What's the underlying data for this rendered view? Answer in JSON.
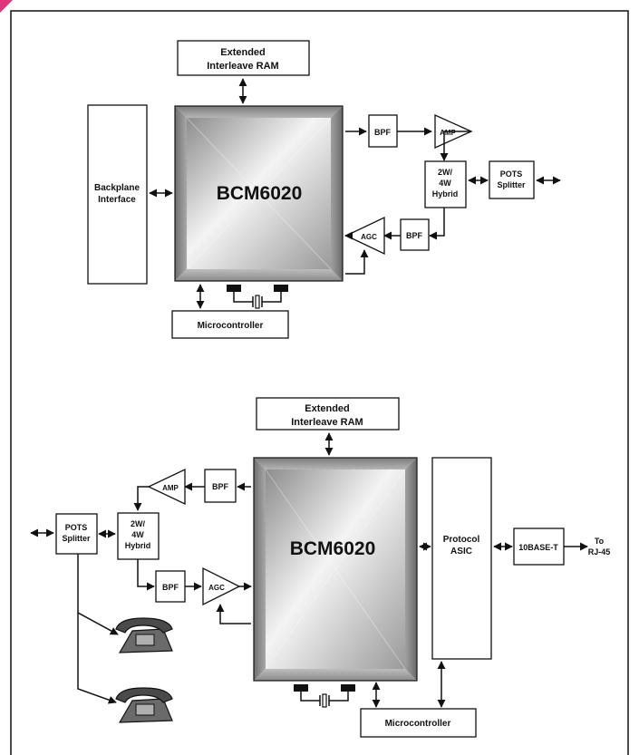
{
  "colors": {
    "border": "#111111",
    "chip_light": "#f2f2f2",
    "chip_dark": "#8a8a8a",
    "phone": "#6a6a6a"
  },
  "top": {
    "ram": {
      "line1": "Extended",
      "line2": "Interleave RAM"
    },
    "chip": "BCM6020",
    "backplane": {
      "line1": "Backplane",
      "line2": "Interface"
    },
    "bpf_tx": "BPF",
    "amp": "AMP",
    "hybrid": {
      "line1": "2W/",
      "line2": "4W",
      "line3": "Hybrid"
    },
    "pots": {
      "line1": "POTS",
      "line2": "Splitter"
    },
    "bpf_rx": "BPF",
    "agc": "AGC",
    "micro": "Microcontroller"
  },
  "bottom": {
    "ram": {
      "line1": "Extended",
      "line2": "Interleave RAM"
    },
    "chip": "BCM6020",
    "amp": "AMP",
    "bpf_tx": "BPF",
    "pots": {
      "line1": "POTS",
      "line2": "Splitter"
    },
    "hybrid": {
      "line1": "2W/",
      "line2": "4W",
      "line3": "Hybrid"
    },
    "bpf_rx": "BPF",
    "agc": "AGC",
    "protocol": {
      "line1": "Protocol",
      "line2": "ASIC"
    },
    "ethernet": "10BASE-T",
    "output": {
      "line1": "To",
      "line2": "RJ-45"
    },
    "micro": "Microcontroller"
  }
}
